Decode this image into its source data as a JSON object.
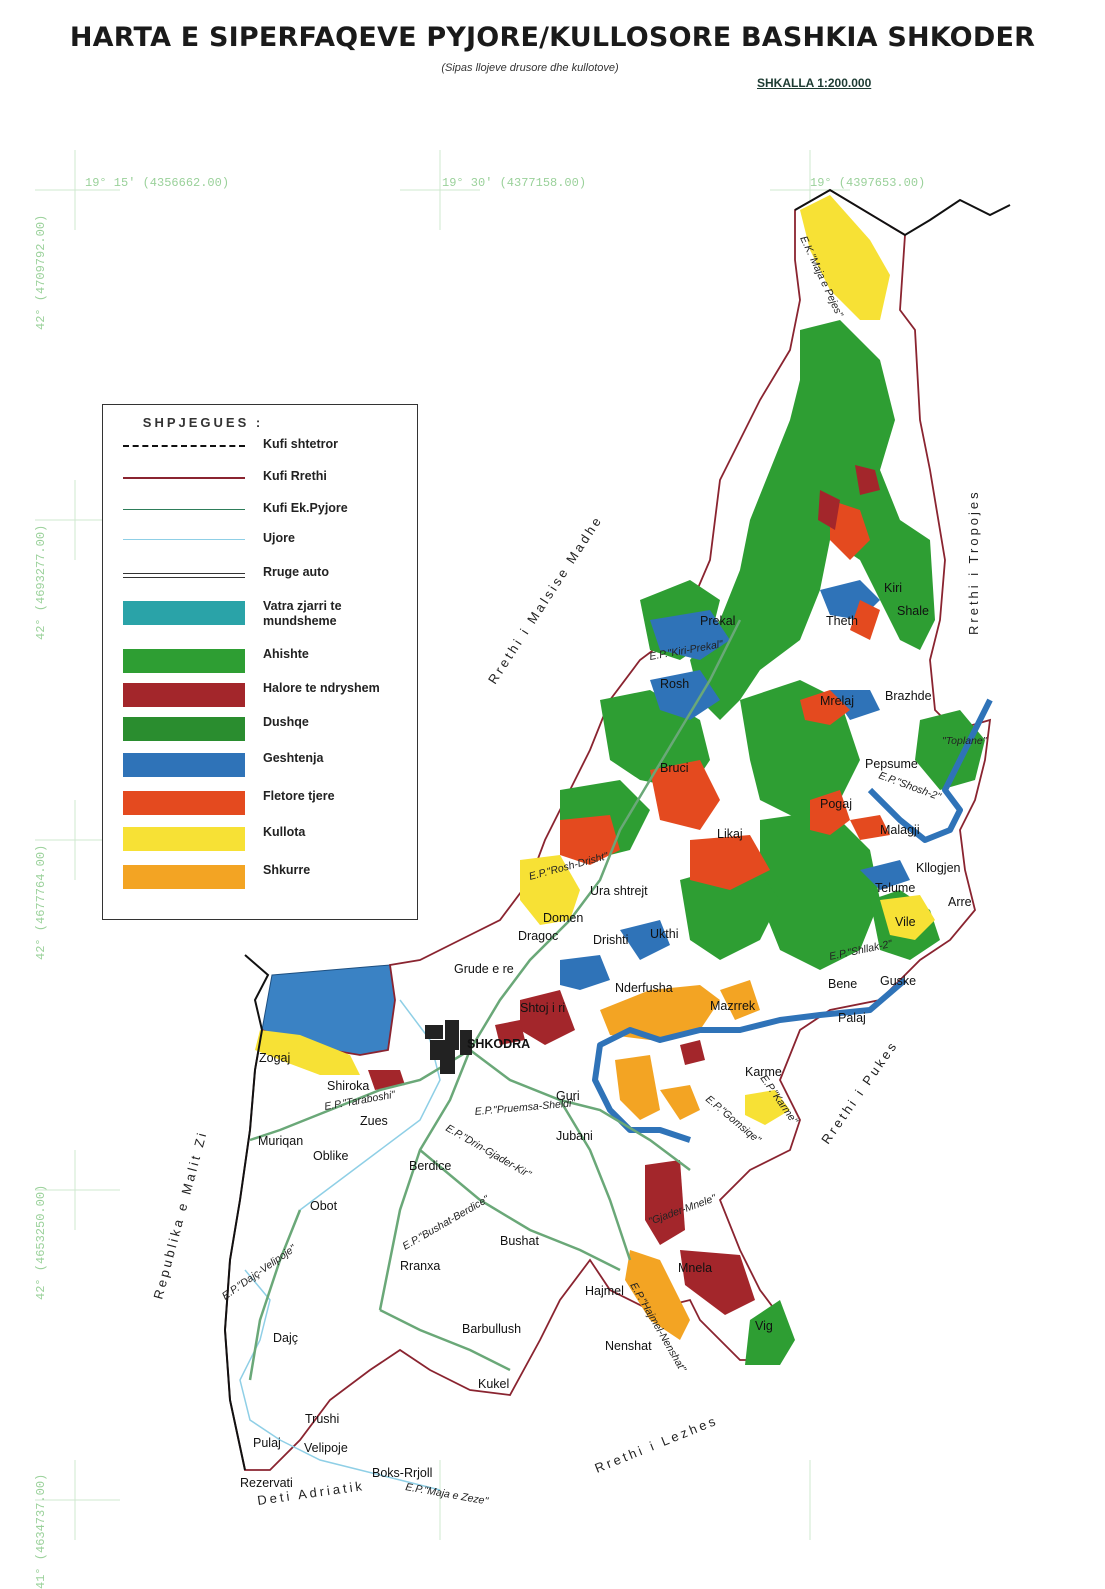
{
  "title": "HARTA E SIPERFAQEVE PYJORE/KULLOSORE BASHKIA SHKODER",
  "subtitle": "(Sipas llojeve drusore dhe kullotove)",
  "scale": "SHKALLA 1:200.000",
  "colors": {
    "ahishte": "#2e9e33",
    "halore": "#a3262b",
    "dushqe": "#2a8d2f",
    "geshtenja": "#2f73b8",
    "fletore": "#e44a1f",
    "kullota": "#f7e135",
    "shkurre": "#f3a423",
    "vatra": "#2aa3a8",
    "border_state": "#111111",
    "border_district": "#8a2430",
    "border_forest": "#2e7d5a",
    "water": "#8fcfe6",
    "road": "#6aa878"
  },
  "legend": {
    "title": "SHPJEGUES :",
    "items": [
      {
        "label": "Kufi shtetror",
        "symbol": "line-state"
      },
      {
        "label": "Kufi Rrethi",
        "symbol": "line-district"
      },
      {
        "label": "Kufi Ek.Pyjore",
        "symbol": "line-forest"
      },
      {
        "label": "Ujore",
        "symbol": "line-water"
      },
      {
        "label": "Rruge auto",
        "symbol": "line-road"
      },
      {
        "label": "Vatra zjarri te mundsheme",
        "symbol": "fill-vatra"
      },
      {
        "label": "Ahishte",
        "symbol": "fill-ahishte"
      },
      {
        "label": "Halore te ndryshem",
        "symbol": "fill-halore"
      },
      {
        "label": "Dushqe",
        "symbol": "fill-dushqe"
      },
      {
        "label": "Geshtenja",
        "symbol": "fill-geshtenja"
      },
      {
        "label": "Fletore tjere",
        "symbol": "fill-fletore"
      },
      {
        "label": "Kullota",
        "symbol": "fill-kullota"
      },
      {
        "label": "Shkurre",
        "symbol": "fill-shkurre"
      }
    ]
  },
  "coordinates": {
    "top": [
      "19° 15' (4356662.00)",
      "19° 30' (4377158.00)",
      "19° (4397653.00)"
    ],
    "left": [
      "42° (4709792.00)",
      "42° (4693277.00)",
      "42° (4677764.00)",
      "42° (4653250.00)",
      "41° (4634737.00)"
    ]
  },
  "regions": {
    "malesi": "Rrethi i Malsise Madhe",
    "tropoje": "Rrethi i Tropojes",
    "puke": "Rrethi i Pukes",
    "lezhe": "Rrethi i Lezhes",
    "mali_zi": "Republika e Malit Zi",
    "deti": "Deti Adriatik"
  },
  "places": {
    "shkodra": "SHKODRA",
    "kiri": "Kiri",
    "shale": "Shale",
    "theth": "Theth",
    "brazhde": "Brazhde",
    "mrelaj": "Mrelaj",
    "pepsume": "Pepsume",
    "pogaj": "Pogaj",
    "malagji": "Malagji",
    "likaj": "Likaj",
    "ura_shtrejt": "Ura shtrejt",
    "domen": "Domen",
    "dragoc": "Dragoc",
    "drishti": "Drishti",
    "ukthi": "Ukthi",
    "grude": "Grude e re",
    "shtoj": "Shtoj i ri",
    "nderfusha": "Nderfusha",
    "mazrrek": "Mazrrek",
    "kllogjen": "Kllogjen",
    "telume": "Telume",
    "arre": "Arre",
    "vile": "Vile",
    "bene": "Bene",
    "guske": "Guske",
    "palaj": "Palaj",
    "karme": "Karme",
    "zogaj": "Zogaj",
    "shiroka": "Shiroka",
    "zues": "Zues",
    "guri": "Guri",
    "jubani": "Jubani",
    "muriqan": "Muriqan",
    "oblike": "Oblike",
    "berdice": "Berdice",
    "obot": "Obot",
    "bushat": "Bushat",
    "rranxa": "Rranxa",
    "hajmel": "Hajmel",
    "mnela": "Mnela",
    "vig": "Vig",
    "nenshat": "Nenshat",
    "barbullush": "Barbullush",
    "kukel": "Kukel",
    "dajc": "Dajç",
    "trushi": "Trushi",
    "pulaj": "Pulaj",
    "velipoje": "Velipoje",
    "boks": "Boks-Rrjoll",
    "rezervati": "Rezervati",
    "bruci": "Bruci",
    "prekal": "Prekal",
    "rosh": "Rosh"
  },
  "units": {
    "maja_pejes": "E.K.\"Maja e Pejes\"",
    "shosh": "E.P.\"Shosh-2\"",
    "toplane": "\"Toplane\"",
    "rosh_drisht": "E.P.\"Rosh-Drisht\"",
    "shllak": "E.P.\"Shllak-2\"",
    "karme": "E.P.\"Karme\"",
    "gomsiqe": "E.P.\"Gomsiqe\"",
    "pruemsa": "E.P.\"Pruemsa-Sheldi\"",
    "taraboshi": "E.P.\"Taraboshi\"",
    "drin_gjader": "E.P.\"Drin-Gjader-Kir\"",
    "bushat_berdice": "E.P.\"Bushat-Berdice\"",
    "dajc_velipoje": "E.P.\"Dajç-Velipoje\"",
    "gjader_mnele": "\"Gjader-Mnele\"",
    "hajmel_nenshat": "E.P.\"Hajmel-Nenshat\"",
    "maja_zeze": "E.P.\"Maja e Zeze\"",
    "kiri_prekal": "E.P.\"Kiri-Prekal\""
  }
}
